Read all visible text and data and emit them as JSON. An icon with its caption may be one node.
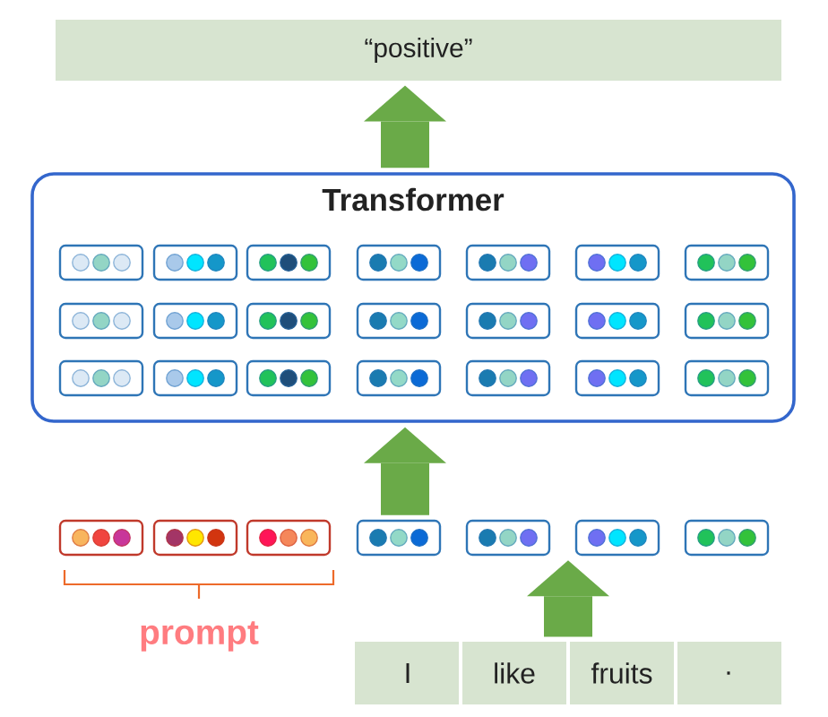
{
  "diagram": {
    "nodes": [
      {
        "text": [
          "“positive”"
        ]
      },
      {
        "text": [
          "Transformer"
        ]
      },
      {
        "text": [],
        "shape": "box",
        "in": 1
      },
      {
        "text": [],
        "shape": "box",
        "in": 1
      },
      {
        "text": [],
        "shape": "box",
        "in": 1
      },
      {
        "text": [],
        "shape": "box",
        "in": 1
      },
      {
        "text": [],
        "shape": "box",
        "in": 1
      },
      {
        "text": [],
        "shape": "box",
        "in": 1
      },
      {
        "text": [],
        "shape": "box",
        "in": 1
      },
      {
        "text": [],
        "shape": "box",
        "in": 1
      },
      {
        "text": [],
        "shape": "box",
        "in": 1
      },
      {
        "text": [],
        "shape": "box",
        "in": 1
      },
      {
        "text": [],
        "shape": "box",
        "in": 1
      },
      {
        "text": [],
        "shape": "box",
        "in": 1
      },
      {
        "text": [],
        "shape": "box",
        "in": 1
      },
      {
        "text": [],
        "shape": "box",
        "in": 1
      },
      {
        "text": [],
        "shape": "box",
        "in": 1
      },
      {
        "text": [],
        "shape": "box",
        "in": 1
      },
      {
        "text": [],
        "shape": "box",
        "in": 1
      },
      {
        "text": [],
        "shape": "box",
        "in": 1
      },
      {
        "text": [],
        "shape": "box",
        "in": 1
      },
      {
        "text": [],
        "shape": "box",
        "in": 1
      },
      {
        "text": [],
        "shape": "box",
        "in": 1
      },
      {
        "text": [],
        "shape": "box"
      },
      {
        "text": [],
        "shape": "box"
      },
      {
        "text": [],
        "shape": "box"
      },
      {
        "text": [],
        "shape": "box"
      },
      {
        "text": [],
        "shape": "box"
      },
      {
        "text": [],
        "shape": "box"
      },
      {
        "text": [],
        "shape": "box"
      },
      {
        "text": [],
        "shape": "box"
      },
      {
        "text": [
          "I"
        ],
        "in": 30
      },
      {
        "text": [
          "like"
        ],
        "in": 30
      },
      {
        "text": [
          "fruits"
        ],
        "in": 30
      },
      {
        "text": [
          "."
        ],
        "in": 30
      }
    ],
    "edges": [
      {
        "from": 1,
        "to": 0,
        "arrow": "to"
      },
      {
        "from": 26,
        "to": 1,
        "arrow": "to"
      },
      {
        "from": 30,
        "to": 27,
        "arrow": "to"
      }
    ],
    "labels": [
      "prompt"
    ]
  }
}
